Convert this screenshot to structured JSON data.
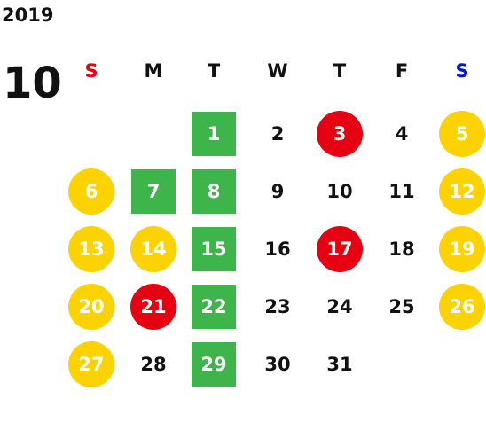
{
  "calendar": {
    "year": "2019",
    "month": "10",
    "weekdays": [
      "S",
      "M",
      "T",
      "W",
      "T",
      "F",
      "S"
    ],
    "colors": {
      "sunday_label": "#e60012",
      "saturday_label": "#0019c8",
      "weekday_label": "#111111",
      "yellow_circle": "#fcd200",
      "red_circle": "#e60012",
      "green_square": "#3db54a"
    },
    "days": [
      {
        "n": "1",
        "col": 2,
        "row": 0,
        "mark": "square-green"
      },
      {
        "n": "2",
        "col": 3,
        "row": 0,
        "mark": "none"
      },
      {
        "n": "3",
        "col": 4,
        "row": 0,
        "mark": "circle-red"
      },
      {
        "n": "4",
        "col": 5,
        "row": 0,
        "mark": "none"
      },
      {
        "n": "5",
        "col": 6,
        "row": 0,
        "mark": "circle-yellow"
      },
      {
        "n": "6",
        "col": 0,
        "row": 1,
        "mark": "circle-yellow"
      },
      {
        "n": "7",
        "col": 1,
        "row": 1,
        "mark": "square-green"
      },
      {
        "n": "8",
        "col": 2,
        "row": 1,
        "mark": "square-green"
      },
      {
        "n": "9",
        "col": 3,
        "row": 1,
        "mark": "none"
      },
      {
        "n": "10",
        "col": 4,
        "row": 1,
        "mark": "none"
      },
      {
        "n": "11",
        "col": 5,
        "row": 1,
        "mark": "none"
      },
      {
        "n": "12",
        "col": 6,
        "row": 1,
        "mark": "circle-yellow"
      },
      {
        "n": "13",
        "col": 0,
        "row": 2,
        "mark": "circle-yellow"
      },
      {
        "n": "14",
        "col": 1,
        "row": 2,
        "mark": "circle-yellow"
      },
      {
        "n": "15",
        "col": 2,
        "row": 2,
        "mark": "square-green"
      },
      {
        "n": "16",
        "col": 3,
        "row": 2,
        "mark": "none"
      },
      {
        "n": "17",
        "col": 4,
        "row": 2,
        "mark": "circle-red"
      },
      {
        "n": "18",
        "col": 5,
        "row": 2,
        "mark": "none"
      },
      {
        "n": "19",
        "col": 6,
        "row": 2,
        "mark": "circle-yellow"
      },
      {
        "n": "20",
        "col": 0,
        "row": 3,
        "mark": "circle-yellow"
      },
      {
        "n": "21",
        "col": 1,
        "row": 3,
        "mark": "circle-red"
      },
      {
        "n": "22",
        "col": 2,
        "row": 3,
        "mark": "square-green"
      },
      {
        "n": "23",
        "col": 3,
        "row": 3,
        "mark": "none"
      },
      {
        "n": "24",
        "col": 4,
        "row": 3,
        "mark": "none"
      },
      {
        "n": "25",
        "col": 5,
        "row": 3,
        "mark": "none"
      },
      {
        "n": "26",
        "col": 6,
        "row": 3,
        "mark": "circle-yellow"
      },
      {
        "n": "27",
        "col": 0,
        "row": 4,
        "mark": "circle-yellow"
      },
      {
        "n": "28",
        "col": 1,
        "row": 4,
        "mark": "none"
      },
      {
        "n": "29",
        "col": 2,
        "row": 4,
        "mark": "square-green"
      },
      {
        "n": "30",
        "col": 3,
        "row": 4,
        "mark": "none"
      },
      {
        "n": "31",
        "col": 4,
        "row": 4,
        "mark": "none"
      }
    ]
  }
}
